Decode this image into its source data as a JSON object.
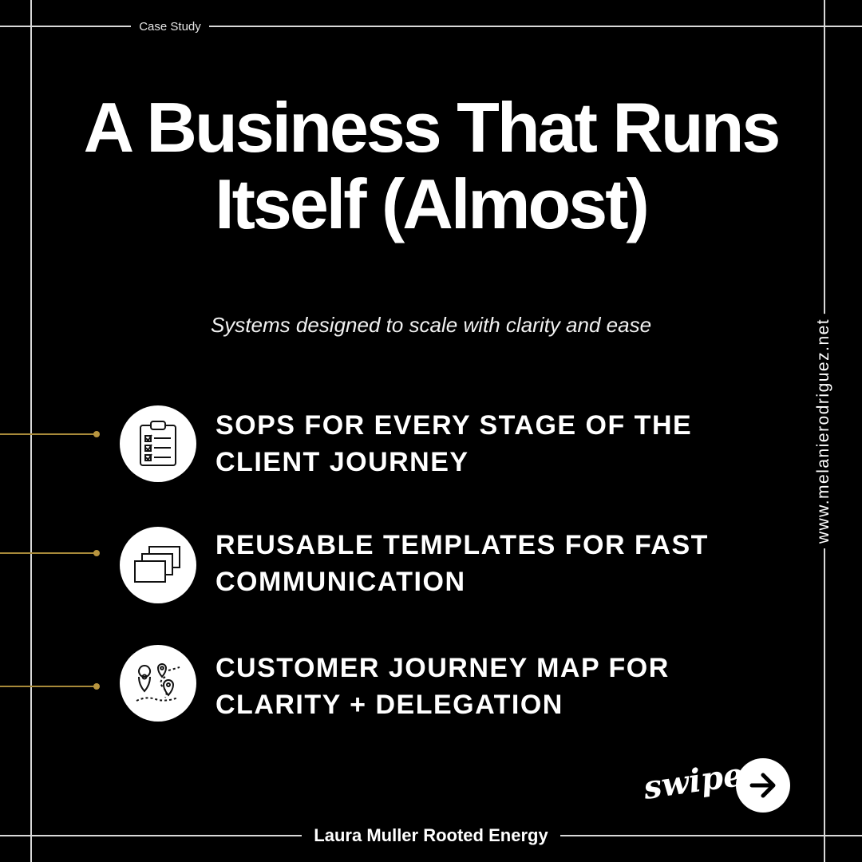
{
  "header": {
    "label": "Case Study"
  },
  "title_lines": [
    "A Business That Runs",
    "Itself (Almost)"
  ],
  "subtitle": "Systems designed to scale with clarity and ease",
  "side_url": "www.melanierodriguez.net",
  "features": [
    {
      "icon": "clipboard-checklist-icon",
      "text": "SOPS FOR EVERY STAGE OF THE CLIENT JOURNEY"
    },
    {
      "icon": "stacked-templates-icon",
      "text": "REUSABLE TEMPLATES FOR FAST COMMUNICATION"
    },
    {
      "icon": "map-pins-route-icon",
      "text": "CUSTOMER JOURNEY MAP FOR CLARITY + DELEGATION"
    }
  ],
  "swipe": {
    "label": "swipe",
    "icon": "arrow-right-icon"
  },
  "footer": {
    "label": "Laura Muller Rooted Energy"
  },
  "colors": {
    "background": "#000000",
    "text": "#ffffff",
    "accent": "#b8953f",
    "frame": "#d9d9d9"
  }
}
